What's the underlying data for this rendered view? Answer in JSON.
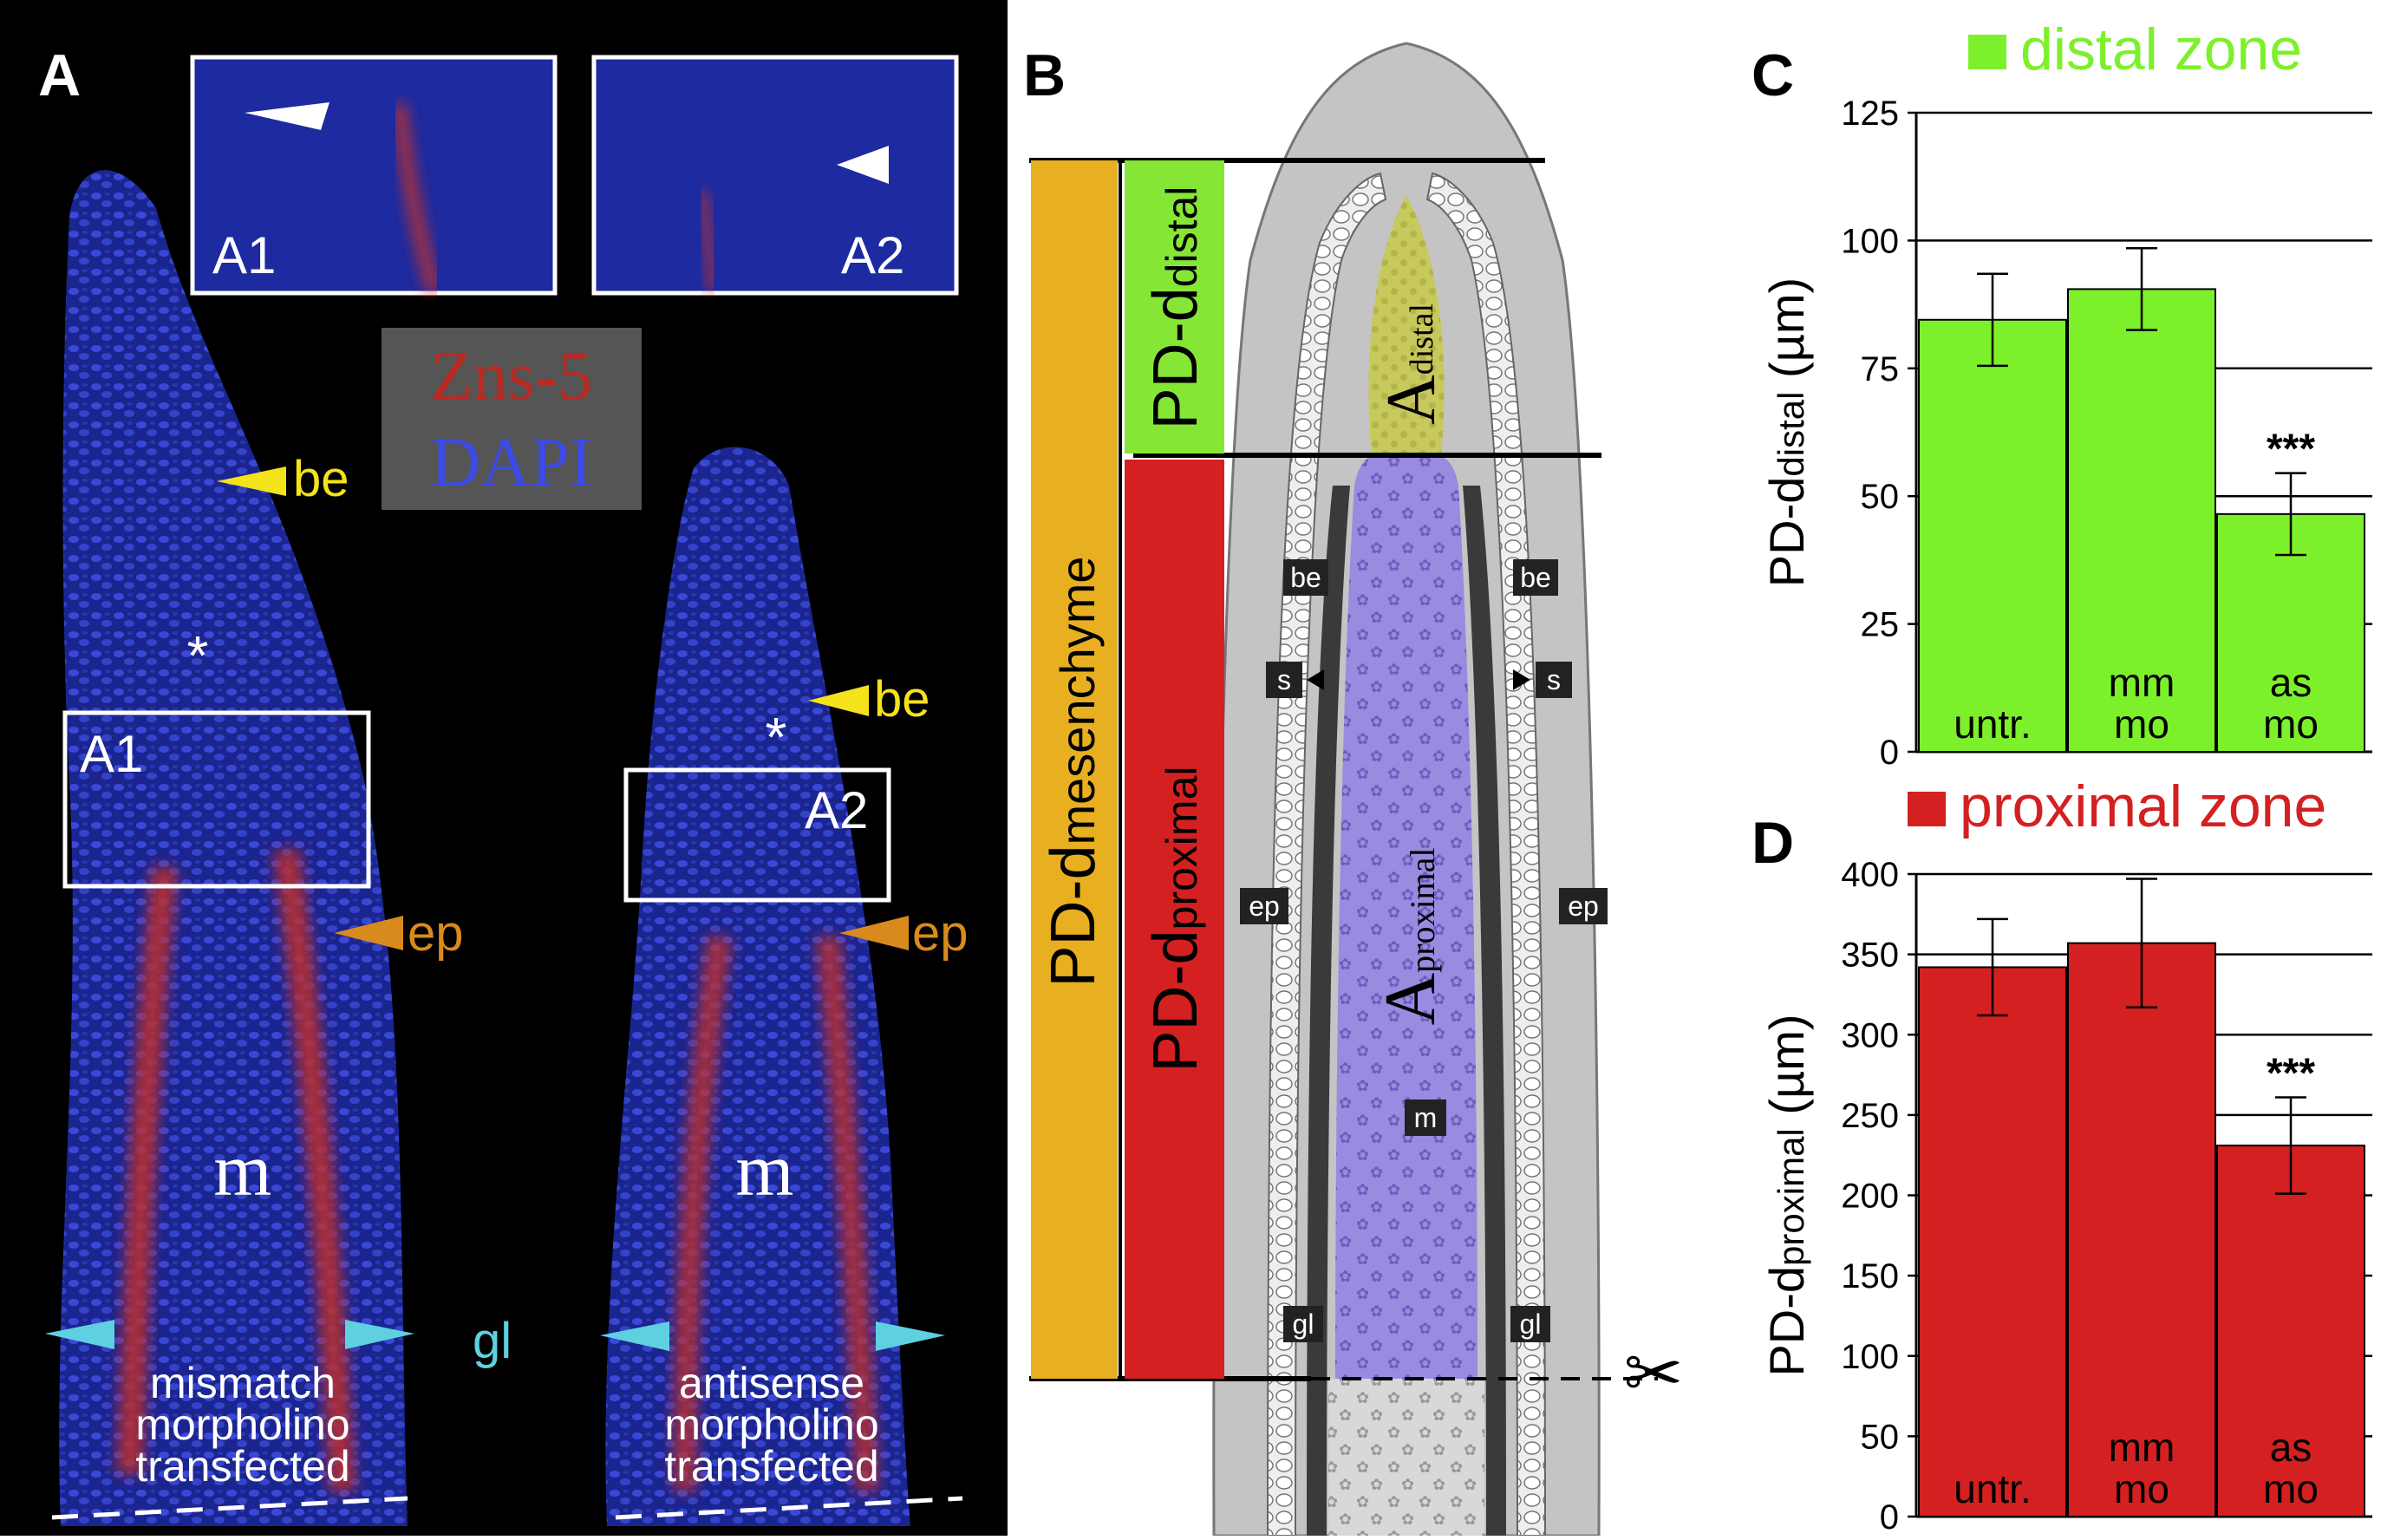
{
  "panel_a": {
    "letter": "A",
    "inset1_label": "A1",
    "inset2_label": "A2",
    "legend_line1": "Zns-5",
    "legend_line2": "DAPI",
    "box1_label": "A1",
    "box2_label": "A2",
    "label_be": "be",
    "label_ep": "ep",
    "label_m": "m",
    "label_gl": "gl",
    "label_star": "*",
    "left_caption": [
      "mismatch",
      "morpholino",
      "transfected"
    ],
    "right_caption": [
      "antisense",
      "morpholino",
      "transfected"
    ],
    "colors": {
      "zns5": "#c0302a",
      "dapi": "#3a46d8",
      "be": "#f4e21a",
      "ep": "#d88b1c",
      "gl": "#5fd0e0"
    }
  },
  "panel_b": {
    "letter": "B",
    "mesenchyme_prefix": "PD-d",
    "mesenchyme_sub": "mesenchyme",
    "distal_prefix": "PD-d",
    "distal_sub": "distal",
    "proximal_prefix": "PD-d",
    "proximal_sub": "proximal",
    "a_distal_main": "A",
    "a_distal_sub": "distal",
    "a_proximal_main": "A",
    "a_proximal_sub": "proximal",
    "tag_be": "be",
    "tag_s": "s",
    "tag_ep": "ep",
    "tag_m": "m",
    "tag_gl": "gl",
    "scissors": "✂",
    "colors": {
      "mesenchyme": "#e8b020",
      "distal": "#86e636",
      "proximal": "#d42020",
      "a_distal": "#c8c95c",
      "a_proximal": "#9a8ae0"
    }
  },
  "chart_data": [
    {
      "type": "bar",
      "panel": "C",
      "legend": "distal zone",
      "categories": [
        [
          "untr."
        ],
        [
          "mm",
          "mo"
        ],
        [
          "as",
          "mo"
        ]
      ],
      "values": [
        84.5,
        90.5,
        46.5
      ],
      "errors": [
        9,
        8,
        8
      ],
      "significance": [
        "",
        "",
        "***"
      ],
      "ylabel_prefix": "PD-d",
      "ylabel_sub": "distal",
      "ylabel_suffix": " (µm)",
      "yticks": [
        0,
        25,
        50,
        75,
        100,
        125
      ],
      "ylim": [
        0,
        125
      ],
      "grid": true,
      "color": "#7cf02a"
    },
    {
      "type": "bar",
      "panel": "D",
      "legend": "proximal zone",
      "categories": [
        [
          "untr."
        ],
        [
          "mm",
          "mo"
        ],
        [
          "as",
          "mo"
        ]
      ],
      "values": [
        342,
        357,
        231
      ],
      "errors": [
        30,
        40,
        30
      ],
      "significance": [
        "",
        "",
        "***"
      ],
      "ylabel_prefix": "PD-d",
      "ylabel_sub": "proximal",
      "ylabel_suffix": " (µm)",
      "yticks": [
        0,
        50,
        100,
        150,
        200,
        250,
        300,
        350,
        400
      ],
      "ylim": [
        0,
        400
      ],
      "grid": true,
      "color": "#d42020"
    }
  ]
}
